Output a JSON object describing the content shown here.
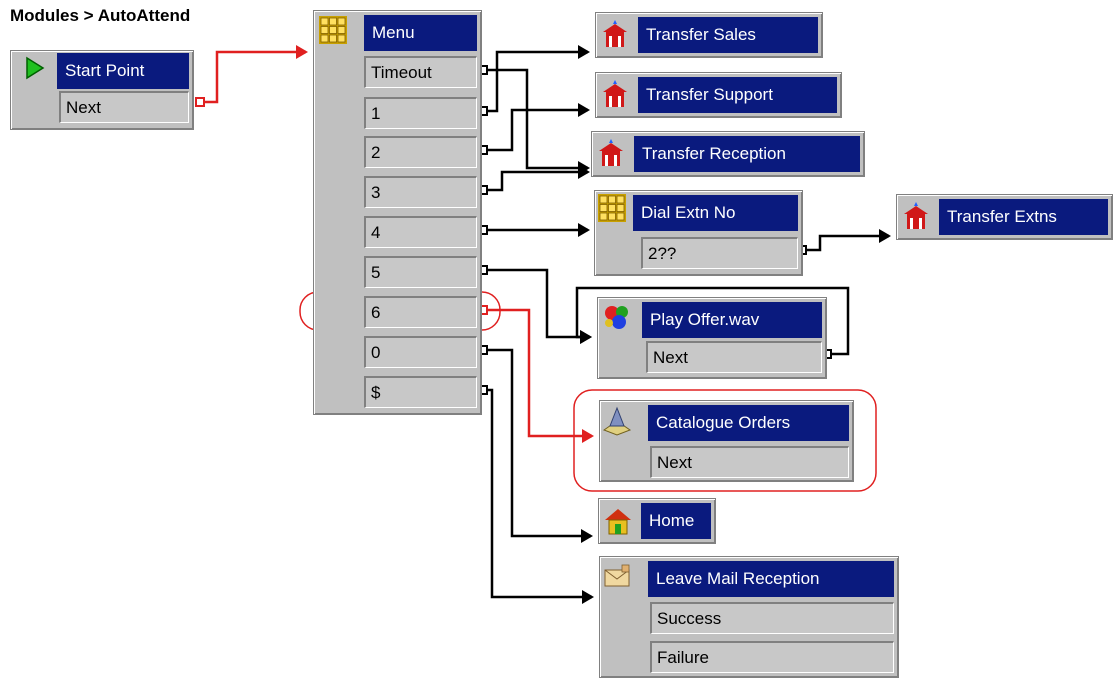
{
  "breadcrumb": "Modules > AutoAttend",
  "colors": {
    "title_bg": "#0a1a7e",
    "wire": "#000000",
    "highlight": "#e02020"
  },
  "nodes": {
    "start": {
      "title": "Start Point",
      "ports": [
        "Next"
      ]
    },
    "menu": {
      "title": "Menu",
      "ports": [
        "Timeout",
        "1",
        "2",
        "3",
        "4",
        "5",
        "6",
        "0",
        "$"
      ]
    },
    "transfer_sales": {
      "title": "Transfer Sales"
    },
    "transfer_support": {
      "title": "Transfer Support"
    },
    "transfer_reception": {
      "title": "Transfer Reception"
    },
    "dial_extn": {
      "title": "Dial Extn No",
      "ports": [
        "2??"
      ]
    },
    "transfer_extns": {
      "title": "Transfer Extns"
    },
    "play_offer": {
      "title": "Play Offer.wav",
      "ports": [
        "Next"
      ]
    },
    "catalogue": {
      "title": "Catalogue Orders",
      "ports": [
        "Next"
      ]
    },
    "home": {
      "title": "Home"
    },
    "leave_mail": {
      "title": "Leave Mail Reception",
      "ports": [
        "Success",
        "Failure"
      ]
    }
  },
  "connections": [
    {
      "from": "start.Next",
      "to": "menu",
      "highlight": true
    },
    {
      "from": "menu.Timeout",
      "to": "transfer_reception"
    },
    {
      "from": "menu.1",
      "to": "transfer_sales"
    },
    {
      "from": "menu.2",
      "to": "transfer_support"
    },
    {
      "from": "menu.3",
      "to": "transfer_reception"
    },
    {
      "from": "menu.4",
      "to": "dial_extn"
    },
    {
      "from": "dial_extn.2??",
      "to": "transfer_extns"
    },
    {
      "from": "menu.5",
      "to": "play_offer"
    },
    {
      "from": "play_offer.Next",
      "to": "play_offer"
    },
    {
      "from": "menu.6",
      "to": "catalogue",
      "highlight": true
    },
    {
      "from": "menu.0",
      "to": "home"
    },
    {
      "from": "menu.$",
      "to": "leave_mail"
    }
  ]
}
